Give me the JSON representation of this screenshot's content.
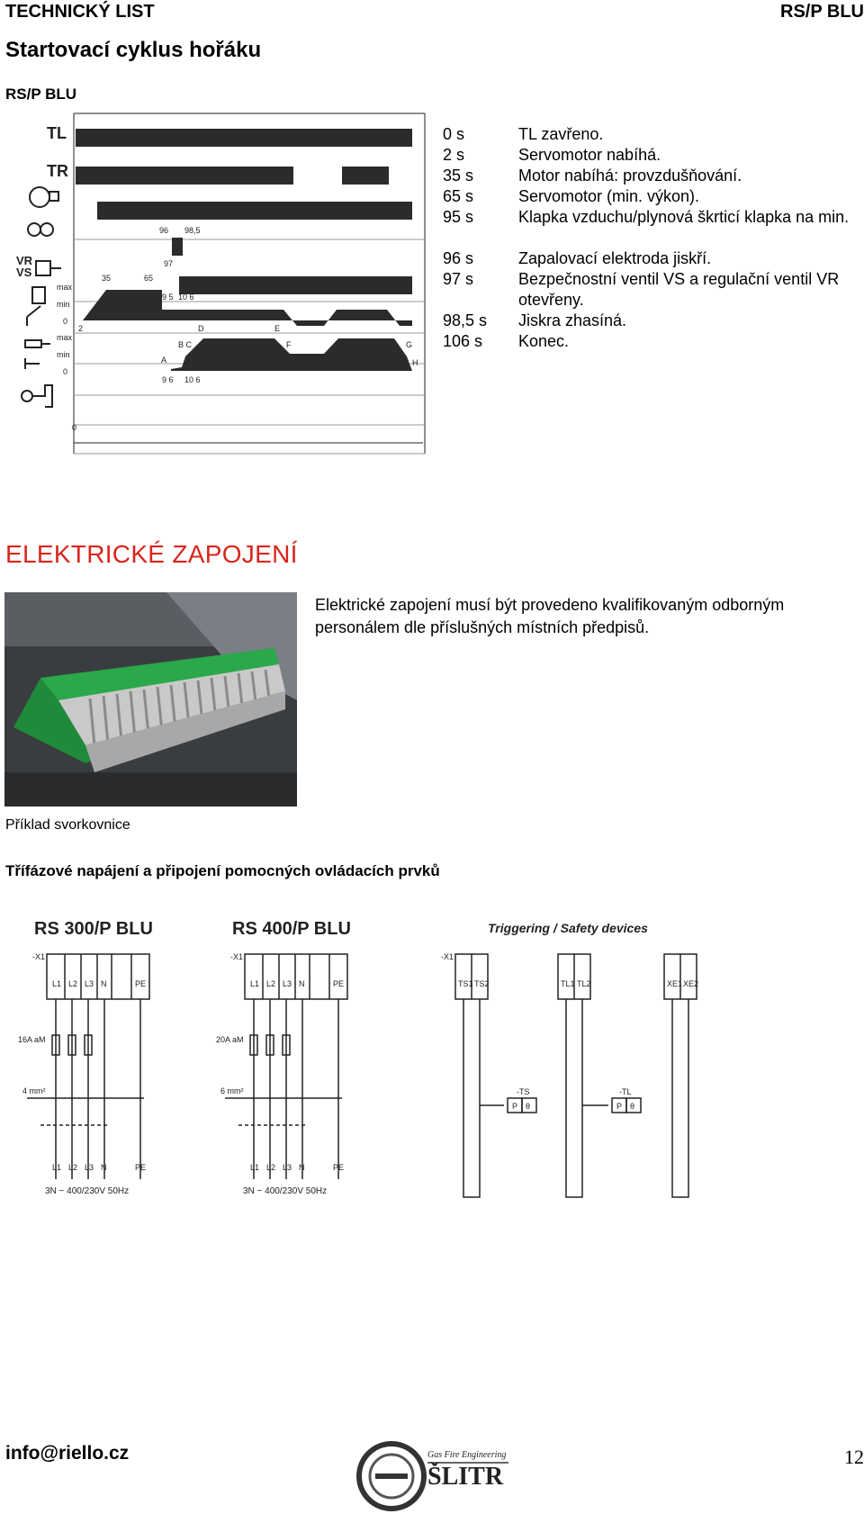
{
  "header": {
    "left": "TECHNICKÝ LIST",
    "right": "RS/P BLU"
  },
  "section1": {
    "title": "Startovací cyklus hořáku",
    "model": "RS/P BLU"
  },
  "cycle_diagram": {
    "row_labels": [
      "TL",
      "TR",
      "VR",
      "VS",
      "max",
      "min",
      "0",
      "max",
      "min",
      "0"
    ],
    "time_labels": [
      "96",
      "98,5",
      "97",
      "35",
      "65",
      "9 5",
      "10 6",
      "2",
      "D",
      "E",
      "B C",
      "F",
      "G",
      "A",
      "H",
      "9 6",
      "10 6",
      "0"
    ]
  },
  "timing_table": [
    {
      "time": "0 s",
      "desc": "TL zavřeno."
    },
    {
      "time": "2 s",
      "desc": "Servomotor nabíhá."
    },
    {
      "time": "35 s",
      "desc": "Motor nabíhá: provzdušňování."
    },
    {
      "time": "65 s",
      "desc": "Servomotor (min. výkon)."
    },
    {
      "time": "95 s",
      "desc": "Klapka vzduchu/plynová škrticí klapka na min."
    },
    {
      "time": "96 s",
      "desc": "Zapalovací elektroda jiskří."
    },
    {
      "time": "97 s",
      "desc": "Bezpečnostní ventil VS a regulační ventil VR otevřeny."
    },
    {
      "time": "98,5 s",
      "desc": "Jiskra zhasíná."
    },
    {
      "time": "106 s",
      "desc": "Konec."
    }
  ],
  "section2": {
    "title": "ELEKTRICKÉ ZAPOJENÍ",
    "paragraph": "Elektrické zapojení musí být provedeno kvalifikovaným odborným personálem dle příslušných místních předpisů.",
    "photo_caption": "Příklad svorkovnice",
    "subheading": "Třífázové napájení a připojení pomocných ovládacích prvků"
  },
  "wiring": {
    "diagram1": {
      "title": "RS 300/P BLU",
      "x1": "-X1",
      "terminals": [
        "L1",
        "L2",
        "L3",
        "N",
        "PE"
      ],
      "fuse": "16A aM",
      "cable": "4 mm²",
      "bottom": [
        "L1",
        "L2",
        "L3",
        "N",
        "PE"
      ],
      "supply": "3N ~ 400/230V 50Hz"
    },
    "diagram2": {
      "title": "RS 400/P BLU",
      "x1": "-X1",
      "terminals": [
        "L1",
        "L2",
        "L3",
        "N",
        "PE"
      ],
      "fuse": "20A aM",
      "cable": "6 mm²",
      "bottom": [
        "L1",
        "L2",
        "L3",
        "N",
        "PE"
      ],
      "supply": "3N ~ 400/230V 50Hz"
    },
    "diagram3": {
      "title": "Triggering / Safety devices",
      "x1": "-X1",
      "terminals": [
        "TS1",
        "TS2",
        "TL1",
        "TL2",
        "XE1",
        "XE2"
      ],
      "ts": "-TS",
      "tl": "-TL",
      "p": "P",
      "theta": "θ"
    }
  },
  "footer": {
    "email": "info@riello.cz",
    "logo_line1": "Gas Fire Engineering",
    "logo_line2": "ŠLITR",
    "page": "12"
  },
  "colors": {
    "accent_red": "#d9261c",
    "diagram_dark": "#2b2b2b"
  }
}
